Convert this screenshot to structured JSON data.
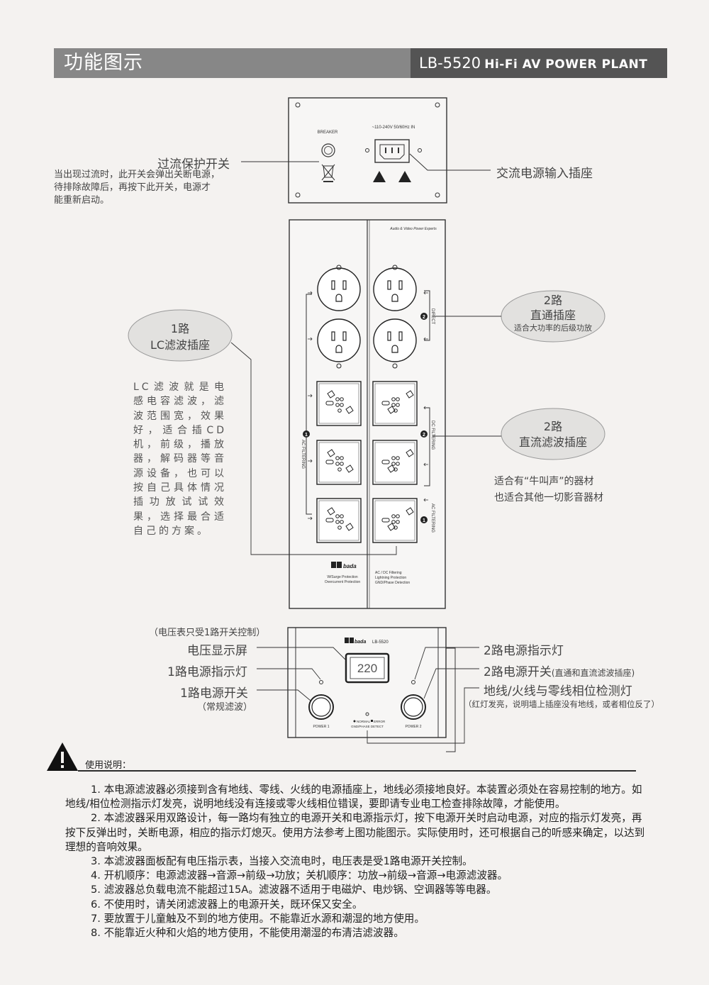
{
  "header": {
    "title": "功能图示",
    "model": "LB-5520",
    "subtitle": "Hi-Fi AV POWER PLANT"
  },
  "rear_panel": {
    "breaker_label": "BREAKER",
    "input_label": "~110-240V  50/60Hz IN",
    "breaker_callout": "过流保护开关",
    "breaker_desc": [
      "当出现过流时，此开关会弹出关断电源，",
      "待排除故障后，再按下此开关，电源才",
      "能重新启动。"
    ],
    "inlet_callout": "交流电源输入插座"
  },
  "top_panel": {
    "brand_tag": "Audio & Video Power Experts",
    "ac_filtering": "AC FILTERING",
    "direct": "DIRECT",
    "dc_filtering": "DC FILTERING",
    "num_1": "1",
    "num_2": "2",
    "brand": "bada",
    "features_left": [
      "W/Surge Protection",
      "Overcurrent Protection"
    ],
    "features_right": [
      "AC / DC Filtering",
      "Lightning Protection",
      "GND/Phase Detection"
    ]
  },
  "bubbles": {
    "lc": [
      "1路",
      "LC滤波插座"
    ],
    "direct": [
      "2路",
      "直通插座",
      "适合大功率的后级功放"
    ],
    "dc": [
      "2路",
      "直流滤波插座"
    ]
  },
  "lc_desc": "LC滤波就是电感电容滤波，滤波范围宽，效果好，适合插CD机，前级，播放器，解码器等音源设备，也可以按自己具体情况插功放试试效果，选择最合适自己的方案。",
  "dc_desc": [
    "适合有“牛叫声”的器材",
    "也适合其他一切影音器材"
  ],
  "front_panel": {
    "brand": "bada",
    "model": "LB-5520",
    "voltage": "220",
    "power1": "POWER 1",
    "power2": "POWER 2",
    "normal": "NORMAL",
    "error": "ERROR",
    "gnd": "GND/PHASE DETECT",
    "voltmeter_note": "（电压表只受1路开关控制）",
    "voltage_display": "电压显示屏",
    "ind1": "1路电源指示灯",
    "sw1": "1路电源开关",
    "sw1_note": "（常规滤波）",
    "ind2": "2路电源指示灯",
    "sw2": "2路电源开关",
    "sw2_note": "(直通和直流滤波插座)",
    "detect": "地线/火线与零线相位检测灯",
    "detect_note": "（红灯发亮，说明墙上插座没有地线，或者相位反了）"
  },
  "instructions": {
    "title": "使用说明：",
    "items": [
      "1. 本电源滤波器必须接到含有地线、零线、火线的电源插座上，地线必须接地良好。本装置必须处在容易控制的地方。如地线/相位检测指示灯发亮，说明地线没有连接或零火线相位错误，要即请专业电工检查排除故障，才能使用。",
      "2. 本滤波器采用双路设计，每一路均有独立的电源开关和电源指示灯，按下电源开关时启动电源，对应的指示灯发亮，再按下反弹出时，关断电源，相应的指示灯熄灭。使用方法参考上图功能图示。实际使用时，还可根据自己的听感来确定，以达到理想的音响效果。",
      "3. 本滤波器面板配有电压指示表，当接入交流电时，电压表是受1路电源开关控制。",
      "4. 开机顺序：电源滤波器→音源→前级→功放；关机顺序：功放→前级→音源→电源滤波器。",
      "5. 滤波器总负载电流不能超过15A。滤波器不适用于电磁炉、电炒锅、空调器等等电器。",
      "6. 不使用时，请关闭滤波器上的电源开关，既环保又安全。",
      "7. 要放置于儿童触及不到的地方使用。不能靠近水源和潮湿的地方使用。",
      "8. 不能靠近火种和火焰的地方使用，不能使用潮湿的布清洁滤波器。"
    ]
  },
  "colors": {
    "header_left": "#878787",
    "header_right": "#545454",
    "panel_fill": "#f7f6f5",
    "bubble_fill": "#e2e1df"
  }
}
